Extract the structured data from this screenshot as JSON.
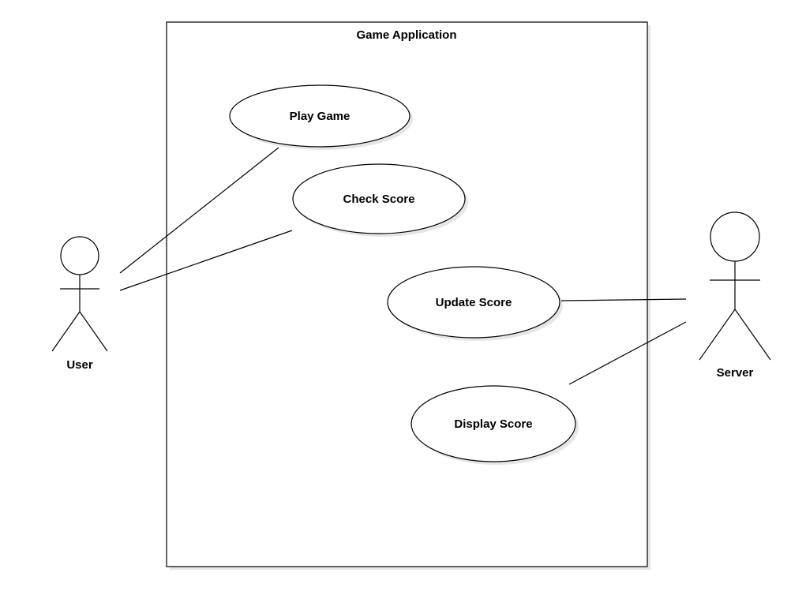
{
  "system": {
    "title": "Game Application"
  },
  "actors": {
    "user": {
      "label": "User"
    },
    "server": {
      "label": "Server"
    }
  },
  "use_cases": {
    "play_game": {
      "label": "Play Game"
    },
    "check_score": {
      "label": "Check Score"
    },
    "update_score": {
      "label": "Update Score"
    },
    "display_score": {
      "label": "Display Score"
    }
  },
  "associations": [
    {
      "actor": "User",
      "use_case": "Play Game"
    },
    {
      "actor": "User",
      "use_case": "Check Score"
    },
    {
      "actor": "Server",
      "use_case": "Update Score"
    },
    {
      "actor": "Server",
      "use_case": "Display Score"
    }
  ],
  "colors": {
    "stroke": "#000000",
    "fill": "#ffffff",
    "shadow": "#e6e6e6"
  }
}
